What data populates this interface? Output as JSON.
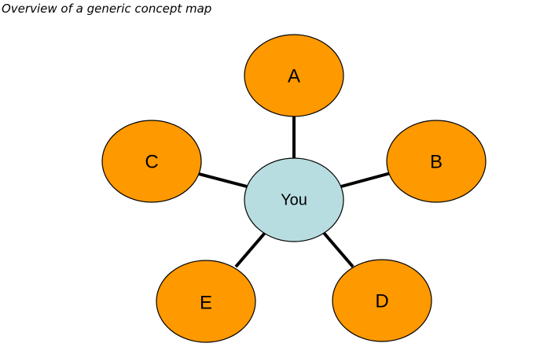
{
  "title": "Overview of a generic concept map",
  "colors": {
    "outer_node_fill": "#ff9900",
    "center_node_fill": "#b8dde1",
    "stroke": "#000000"
  },
  "center": {
    "label": "You"
  },
  "nodes": [
    {
      "id": "A",
      "label": "A"
    },
    {
      "id": "B",
      "label": "B"
    },
    {
      "id": "C",
      "label": "C"
    },
    {
      "id": "D",
      "label": "D"
    },
    {
      "id": "E",
      "label": "E"
    }
  ]
}
